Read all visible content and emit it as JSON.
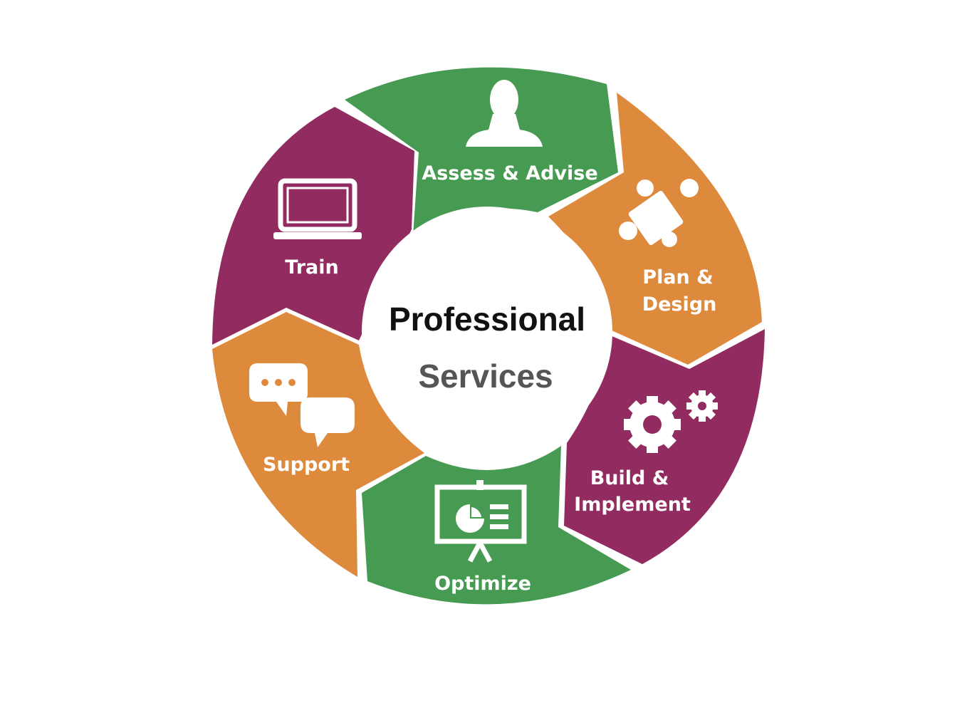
{
  "center": {
    "title": "Professional",
    "subtitle": "Services"
  },
  "segments": [
    {
      "id": "assess",
      "lines": [
        "Assess & Advise"
      ],
      "color": "#479a52",
      "icon": "person-icon"
    },
    {
      "id": "plan",
      "lines": [
        "Plan &",
        "Design"
      ],
      "color": "#de8a3d",
      "icon": "puzzle-piece-icon"
    },
    {
      "id": "build",
      "lines": [
        "Build &",
        "Implement"
      ],
      "color": "#922b60",
      "icon": "gears-icon"
    },
    {
      "id": "optimize",
      "lines": [
        "Optimize"
      ],
      "color": "#479a52",
      "icon": "presentation-board-icon"
    },
    {
      "id": "support",
      "lines": [
        "Support"
      ],
      "color": "#de8a3d",
      "icon": "chat-bubbles-icon"
    },
    {
      "id": "train",
      "lines": [
        "Train"
      ],
      "color": "#922b60",
      "icon": "laptop-icon"
    }
  ],
  "colors": {
    "green": "#479a52",
    "orange": "#de8a3d",
    "purple": "#922b60",
    "center_fill": "#ffffff"
  }
}
